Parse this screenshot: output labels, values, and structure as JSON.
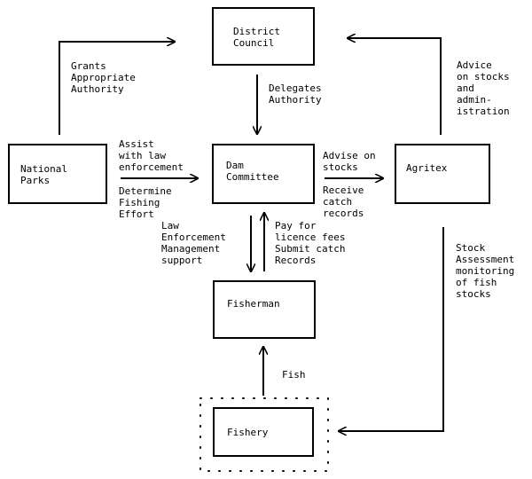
{
  "nodes": {
    "district_council": [
      "District",
      "Council"
    ],
    "national_parks": [
      "National",
      "Parks"
    ],
    "dam_committee": [
      "Dam",
      "Committee"
    ],
    "agritex": [
      "Agritex"
    ],
    "fisherman": [
      "Fisherman"
    ],
    "fishery": [
      "Fishery"
    ]
  },
  "edges": {
    "grants_authority": [
      "Grants",
      "Appropriate",
      "Authority"
    ],
    "delegates_authority": [
      "Delegates",
      "Authority"
    ],
    "advice_stocks_admin": [
      "Advice",
      "on stocks",
      "and",
      "admin-",
      "istration"
    ],
    "assist_law": [
      "Assist",
      "with law",
      "enforcement"
    ],
    "determine_effort": [
      "Determine",
      "Fishing",
      "Effort"
    ],
    "advise_on_stocks": [
      "Advise on",
      "stocks"
    ],
    "receive_records": [
      "Receive",
      "catch",
      "records"
    ],
    "law_enforcement_support": [
      "Law",
      "Enforcement",
      "Management",
      "support"
    ],
    "pay_licence_submit": [
      "Pay for",
      "licence fees",
      "Submit catch",
      "Records"
    ],
    "stock_assessment": [
      "Stock",
      "Assessment",
      "monitoring",
      "of fish",
      "stocks"
    ],
    "fish": [
      "Fish"
    ]
  },
  "style": {
    "ink": "#000000",
    "paper": "#ffffff"
  }
}
